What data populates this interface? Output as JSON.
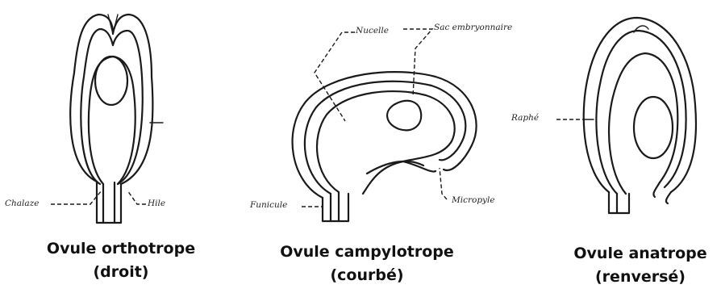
{
  "figures": [
    {
      "caption_line1": "Ovule orthotrope",
      "caption_line2": "(droit)",
      "labels": {
        "chalaze": "Chalaze",
        "hile": "Hile"
      }
    },
    {
      "caption_line1": "Ovule campylotrope",
      "caption_line2": "(courbé)",
      "labels": {
        "nucelle": "Nucelle",
        "sac": "Sac embryonnaire",
        "funicule": "Funicule",
        "micropyle": "Micropyle"
      }
    },
    {
      "caption_line1": "Ovule anatrope",
      "caption_line2": "(renversé)",
      "labels": {
        "raphe": "Raphé"
      }
    }
  ]
}
